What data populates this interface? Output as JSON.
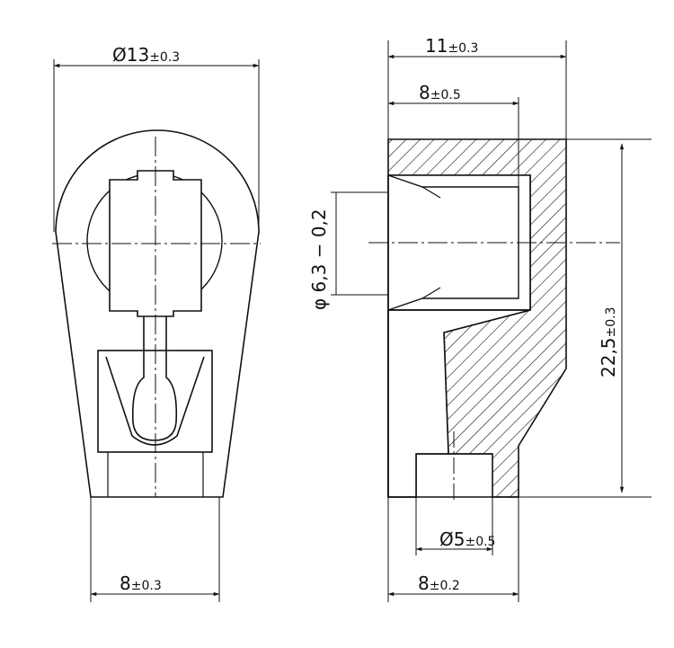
{
  "front_view": {
    "dim_top": {
      "main": "Ø13",
      "tol": "±0.3"
    },
    "dim_bottom": {
      "main": "8",
      "tol": "±0.3"
    }
  },
  "section_view": {
    "dim_top_outer": {
      "main": "11",
      "tol": "±0.3"
    },
    "dim_top_inner": {
      "main": "8",
      "tol": "±0.5"
    },
    "dim_left": {
      "main": "φ 6,3 − 0,2"
    },
    "dim_right": {
      "main": "22,5",
      "tol": "±0.3"
    },
    "dim_hole": {
      "main": "Ø5",
      "tol": "±0.5"
    },
    "dim_bottom": {
      "main": "8",
      "tol": "±0.2"
    }
  }
}
